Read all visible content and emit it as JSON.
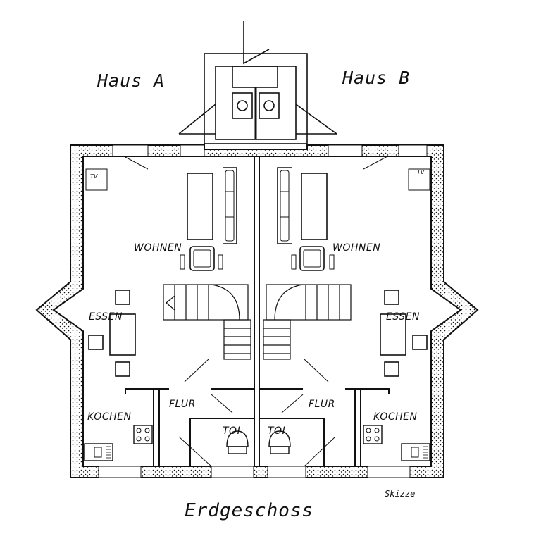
{
  "titles": {
    "house_a": "Haus A",
    "house_b": "Haus B",
    "floor": "Erdgeschoss",
    "sketch_note": "Skizze"
  },
  "rooms": {
    "a": {
      "living": "WOHNEN",
      "dining": "ESSEN",
      "kitchen": "KOCHEN",
      "hall": "FLUR",
      "wc": "TOI",
      "tv": "TV"
    },
    "b": {
      "living": "WOHNEN",
      "dining": "ESSEN",
      "kitchen": "KOCHEN",
      "hall": "FLUR",
      "wc": "TOI",
      "tv": "TV"
    }
  },
  "colors": {
    "line": "#111111",
    "background": "#ffffff"
  }
}
